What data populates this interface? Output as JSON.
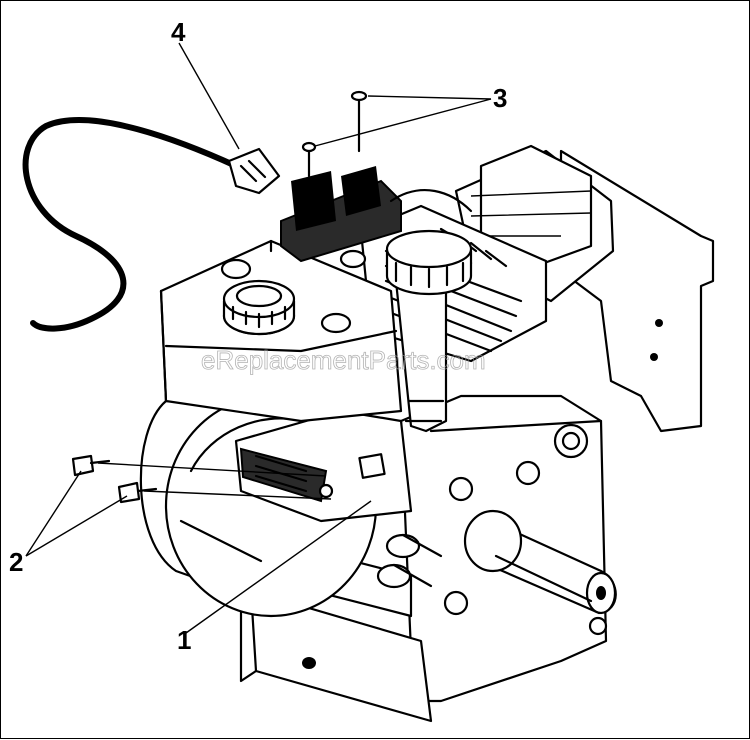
{
  "diagram": {
    "callouts": [
      "4",
      "3",
      "2",
      "1"
    ],
    "watermark": "eReplacementParts.com"
  }
}
